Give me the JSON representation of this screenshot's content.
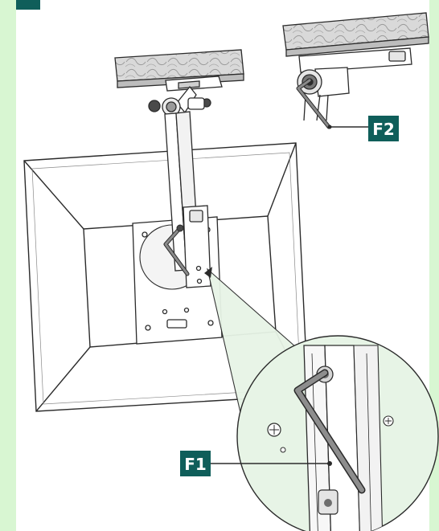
{
  "labels": {
    "f1": "F1",
    "f2": "F2"
  },
  "colors": {
    "background": "#d8f6d2",
    "panel": "#ffffff",
    "label_fill": "#0f5e5a",
    "label_text": "#ffffff",
    "line": "#2b2b2b",
    "callout_fill": "#e7f4e6",
    "ceiling_block": "#d9d9d9",
    "hex_key": "#6e6e6e"
  },
  "icons": {
    "corner_tab": "dark-square",
    "tool": "hex-key-icon",
    "ceiling": "ceiling-block",
    "mount": "ceiling-mount-arm",
    "tv": "tv-back-panel"
  }
}
